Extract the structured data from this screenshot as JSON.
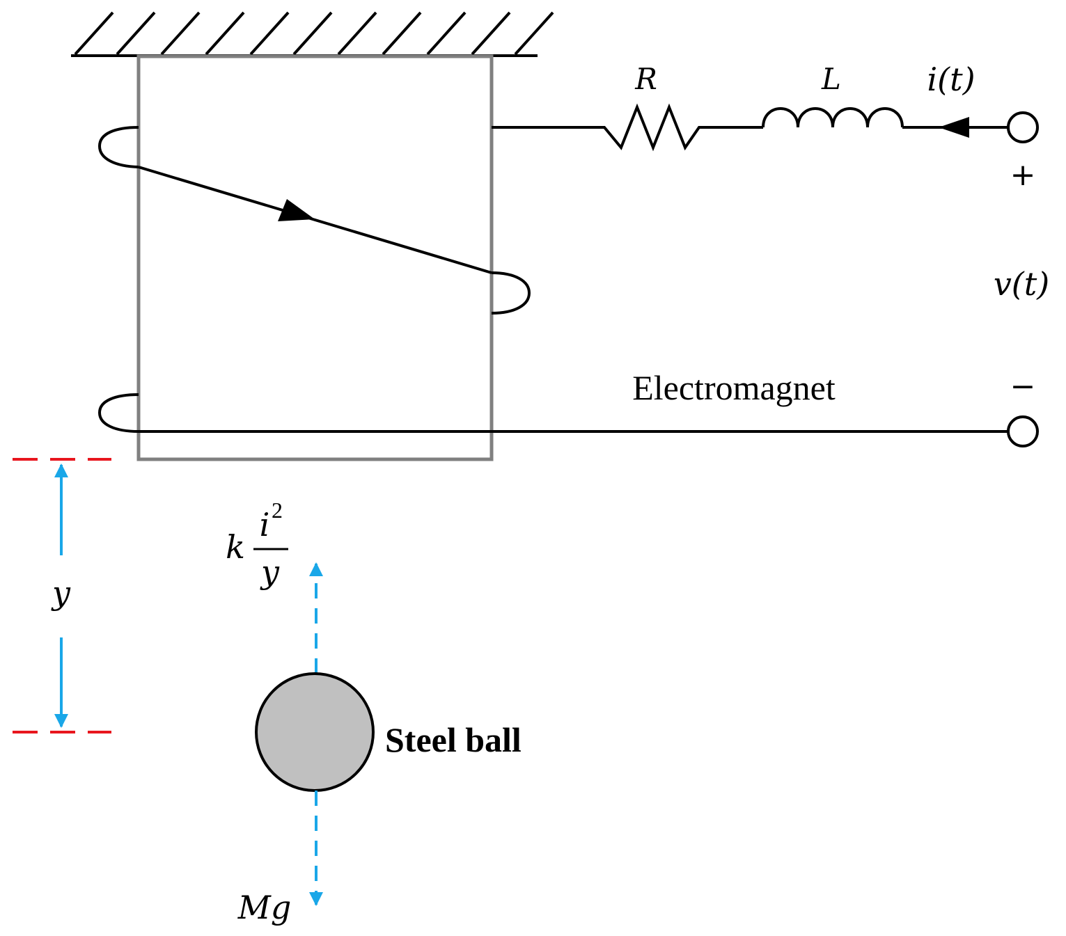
{
  "labels": {
    "resistor": "R",
    "inductor": "L",
    "current": "i(t)",
    "voltage": "v(t)",
    "plus": "+",
    "minus": "−",
    "electromagnet": "Electromagnet",
    "gap": "y",
    "force_coef": "k",
    "force_num": "i",
    "force_exp": "2",
    "force_den": "y",
    "weight": "Mg",
    "ball": "Steel ball"
  },
  "colors": {
    "line": "#000000",
    "core_border": "#808080",
    "force_arrow": "#1aa7e8",
    "reference_line": "#e8161e",
    "ball_fill": "#c0c0c0"
  }
}
